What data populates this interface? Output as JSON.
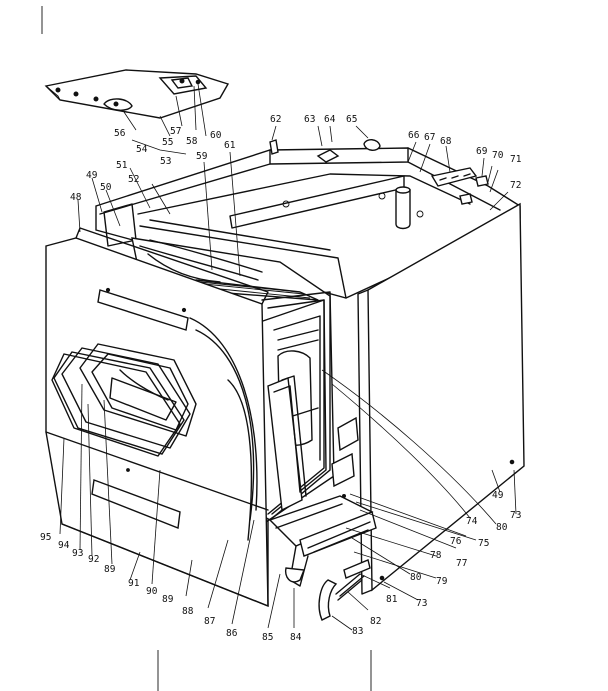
{
  "diagram": {
    "part_labels": [
      {
        "id": "56",
        "text": "56"
      },
      {
        "id": "57",
        "text": "57"
      },
      {
        "id": "58",
        "text": "58"
      },
      {
        "id": "54",
        "text": "54"
      },
      {
        "id": "55",
        "text": "55"
      },
      {
        "id": "53",
        "text": "53"
      },
      {
        "id": "59",
        "text": "59"
      },
      {
        "id": "60",
        "text": "60"
      },
      {
        "id": "61",
        "text": "61"
      },
      {
        "id": "62",
        "text": "62"
      },
      {
        "id": "63",
        "text": "63"
      },
      {
        "id": "64",
        "text": "64"
      },
      {
        "id": "65",
        "text": "65"
      },
      {
        "id": "66",
        "text": "66"
      },
      {
        "id": "67",
        "text": "67"
      },
      {
        "id": "68",
        "text": "68"
      },
      {
        "id": "69",
        "text": "69"
      },
      {
        "id": "70",
        "text": "70"
      },
      {
        "id": "71",
        "text": "71"
      },
      {
        "id": "72",
        "text": "72"
      },
      {
        "id": "51",
        "text": "51"
      },
      {
        "id": "52",
        "text": "52"
      },
      {
        "id": "49a",
        "text": "49"
      },
      {
        "id": "50a",
        "text": "50"
      },
      {
        "id": "48",
        "text": "48"
      },
      {
        "id": "49b",
        "text": "49"
      },
      {
        "id": "73a",
        "text": "73"
      },
      {
        "id": "74",
        "text": "74"
      },
      {
        "id": "80a",
        "text": "80"
      },
      {
        "id": "75",
        "text": "75"
      },
      {
        "id": "76",
        "text": "76"
      },
      {
        "id": "77",
        "text": "77"
      },
      {
        "id": "78",
        "text": "78"
      },
      {
        "id": "79",
        "text": "79"
      },
      {
        "id": "80b",
        "text": "80"
      },
      {
        "id": "73b",
        "text": "73"
      },
      {
        "id": "81",
        "text": "81"
      },
      {
        "id": "82",
        "text": "82"
      },
      {
        "id": "83",
        "text": "83"
      },
      {
        "id": "84",
        "text": "84"
      },
      {
        "id": "85",
        "text": "85"
      },
      {
        "id": "86",
        "text": "86"
      },
      {
        "id": "87",
        "text": "87"
      },
      {
        "id": "88",
        "text": "88"
      },
      {
        "id": "89a",
        "text": "89"
      },
      {
        "id": "90",
        "text": "90"
      },
      {
        "id": "91",
        "text": "91"
      },
      {
        "id": "89b",
        "text": "89"
      },
      {
        "id": "92",
        "text": "92"
      },
      {
        "id": "93",
        "text": "93"
      },
      {
        "id": "94",
        "text": "94"
      },
      {
        "id": "95",
        "text": "95"
      }
    ]
  }
}
